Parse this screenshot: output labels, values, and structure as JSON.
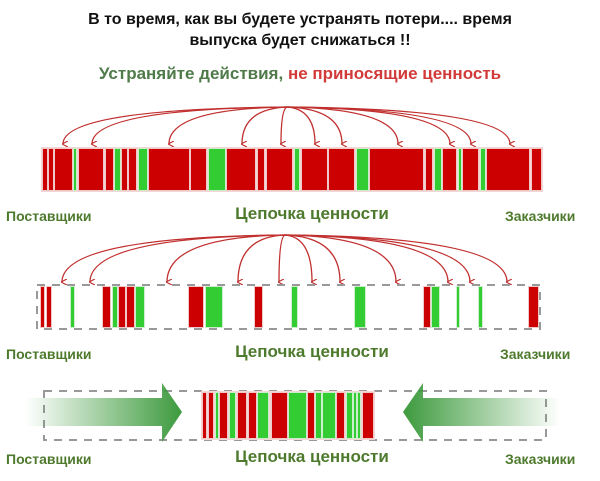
{
  "title": {
    "line1": "В то время, как вы будете устранять потери....   время",
    "line2": "выпуска будет снижаться !!"
  },
  "subtitle": {
    "part1": "Устраняйте действия,",
    "part2": "не приносящие ценность"
  },
  "rows": [
    {
      "supplier": "Поставщики",
      "chain": "Цепочка ценности",
      "customer": "Заказчики"
    },
    {
      "supplier": "Поставщики",
      "chain": "Цепочка ценности",
      "customer": "Заказчики"
    },
    {
      "supplier": "Поставщики",
      "chain": "Цепочка ценности",
      "customer": "Заказчики"
    }
  ],
  "colors": {
    "waste": "#cc0000",
    "value": "#33cc33",
    "arrow": "#c0302f",
    "label": "#4e7a2e",
    "flow_arrow": "#3d9a3d"
  }
}
